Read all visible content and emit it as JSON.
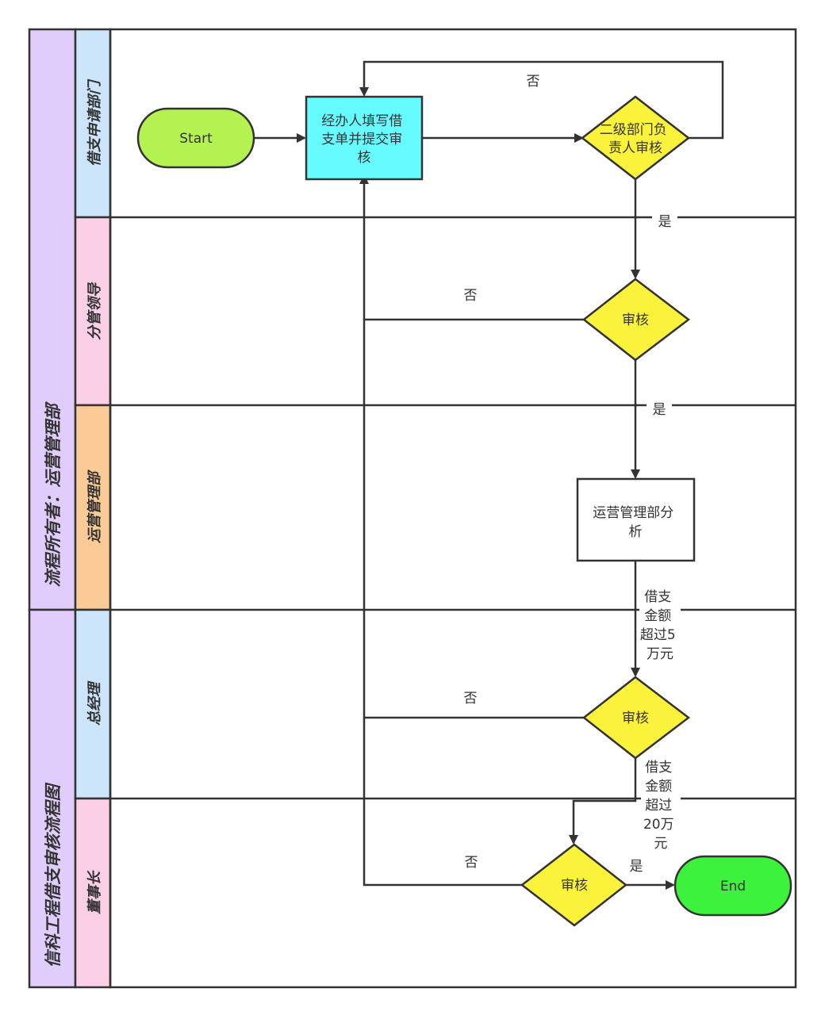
{
  "diagram": {
    "outer_titles": {
      "top": "流程所有者：运营管理部",
      "bottom": "信科工程借支审核流程图"
    },
    "lanes": [
      {
        "label": "借支申请部门",
        "color": "#cce5fb"
      },
      {
        "label": "分管领导",
        "color": "#fbcfe5"
      },
      {
        "label": "运营管理部",
        "color": "#fbcb97"
      },
      {
        "label": "总经理",
        "color": "#cce5fb"
      },
      {
        "label": "董事长",
        "color": "#fbcfe5"
      }
    ],
    "outer_color": "#e0cdfb",
    "nodes": {
      "start": {
        "text": "Start",
        "color": "#b3f251"
      },
      "fill_form": {
        "lines": [
          "经办人填写借",
          "支单并提交审",
          "核"
        ],
        "color": "#66fbff"
      },
      "dept_review": {
        "lines": [
          "二级部门负",
          "责人审核"
        ],
        "color": "#fbf23b"
      },
      "leader_review": {
        "text": "审核",
        "color": "#fbf23b"
      },
      "ops_analysis": {
        "lines": [
          "运营管理部分",
          "析"
        ],
        "color": "#ffffff"
      },
      "gm_review": {
        "text": "审核",
        "color": "#fbf23b"
      },
      "chair_review": {
        "text": "审核",
        "color": "#fbf23b"
      },
      "end": {
        "text": "End",
        "color": "#3cf23c"
      }
    },
    "edge_labels": {
      "dept_no": "否",
      "dept_yes": "是",
      "leader_no": "否",
      "leader_yes": "是",
      "ops_over5": [
        "借支",
        "金额",
        "超过5",
        "万元"
      ],
      "gm_no": "否",
      "gm_over20": [
        "借支",
        "金额",
        "超过",
        "20万",
        "元"
      ],
      "chair_no": "否",
      "chair_yes": "是"
    }
  }
}
